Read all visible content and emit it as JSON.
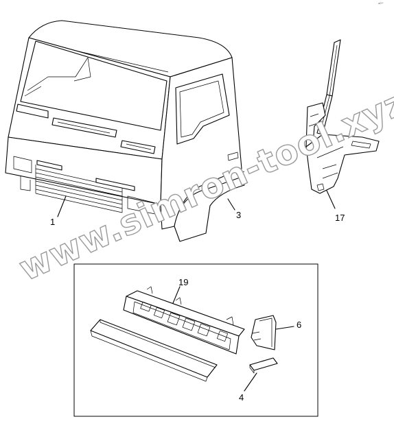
{
  "corner_mark": "a0**",
  "watermark": "www.simron-tool.xyz",
  "callouts": {
    "cab": "1",
    "door_panel": "3",
    "a_pillar": "17",
    "grille_frame": "19",
    "corner_trim": "6",
    "corner_trim_small": "4"
  }
}
